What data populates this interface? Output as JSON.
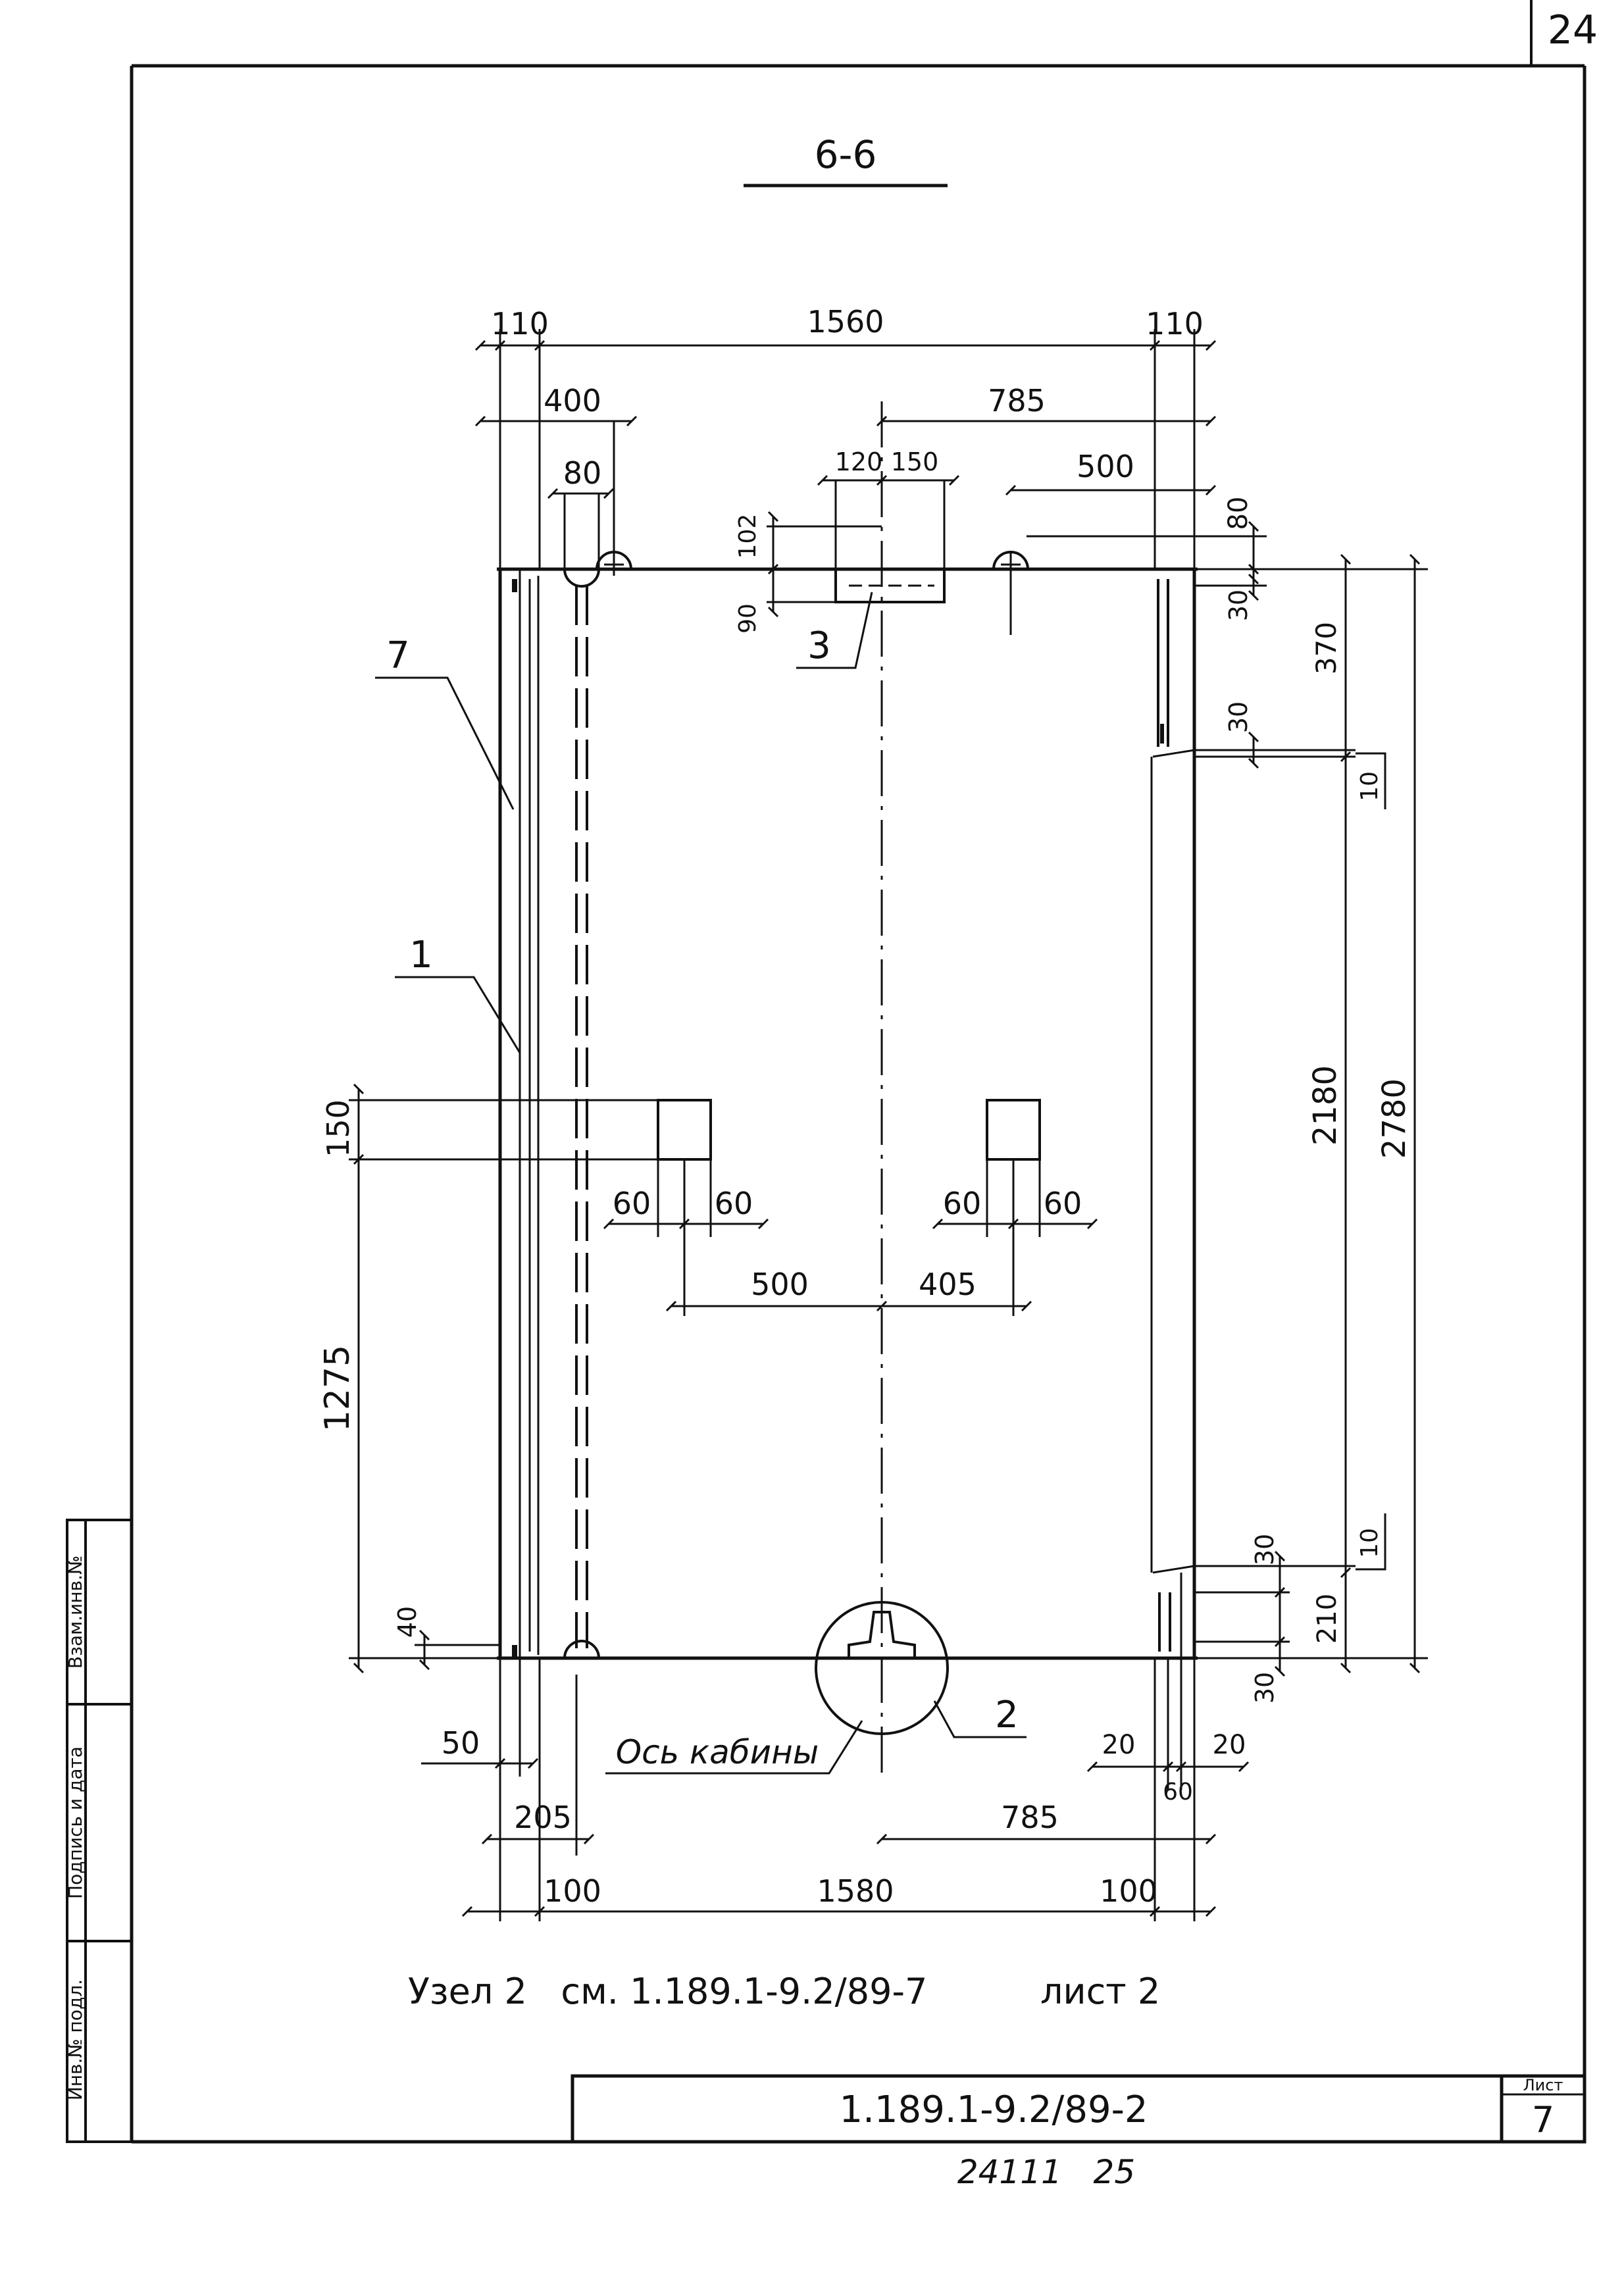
{
  "page_number": "24",
  "section_title": "6-6",
  "dimensions": {
    "top_left_offset": "110",
    "top_total_width": "1560",
    "top_right_offset": "110",
    "top_400": "400",
    "top_785": "785",
    "top_80_left": "80",
    "top_120": "120",
    "top_150": "150",
    "top_500": "500",
    "top_80_right": "80",
    "left_102": "102",
    "left_90": "90",
    "right_30_a": "30",
    "right_370": "370",
    "right_30_b": "30",
    "right_10_a": "10",
    "right_2180": "2180",
    "right_2780": "2780",
    "right_30_c": "30",
    "right_10_b": "10",
    "right_210": "210",
    "right_30_d": "30",
    "left_150": "150",
    "left_1275": "1275",
    "left_40": "40",
    "mid_60_a": "60",
    "mid_60_b": "60",
    "mid_60_c": "60",
    "mid_60_d": "60",
    "mid_500": "500",
    "mid_405": "405",
    "bottom_50": "50",
    "bottom_205": "205",
    "bottom_100_left": "100",
    "bottom_total_width": "1580",
    "bottom_100_right": "100",
    "bottom_785": "785",
    "bottom_20_a": "20",
    "bottom_60": "60",
    "bottom_20_b": "20"
  },
  "callouts": {
    "c7": "7",
    "c1": "1",
    "c3": "3",
    "c2": "2"
  },
  "axis_label": "Ось кабины",
  "note": "Узел 2   см. 1.189.1-9.2/89-7          лист 2",
  "side_stamp": {
    "inv_orig": "Инв.№ подл.",
    "sign_date": "Подпись и дата",
    "inv_repl": "Взам.инв.№"
  },
  "title_block": {
    "doc_code": "1.189.1-9.2/89-2",
    "sheet_label": "Лист",
    "sheet_number": "7"
  },
  "archive_number": "24111   25"
}
